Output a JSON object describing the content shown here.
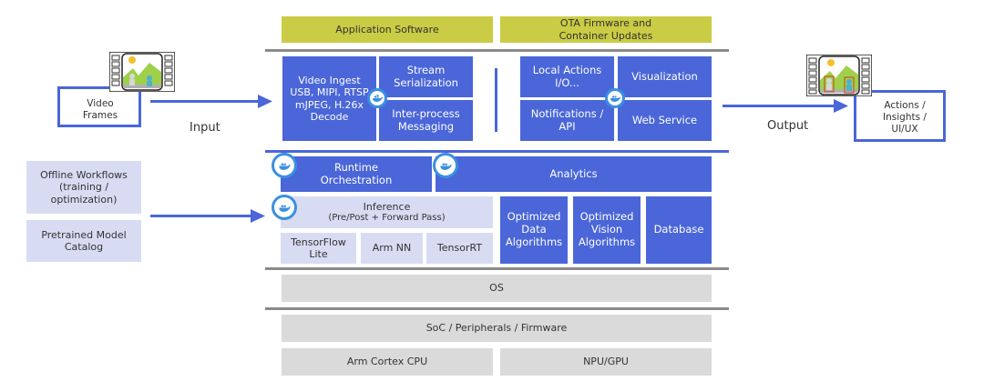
{
  "top": {
    "app_software": "Application Software",
    "ota": "OTA Firmware and\nContainer Updates"
  },
  "input_side": {
    "frames_label": "Video\nFrames",
    "input_label": "Input"
  },
  "output_side": {
    "actions_label": "Actions /\nInsights /\nUI/UX",
    "output_label": "Output"
  },
  "ingest": {
    "video_ingest": "Video Ingest\nUSB, MIPI, RTSP\nmJPEG, H.26x\nDecode",
    "stream_serialization": "Stream\nSerialization",
    "inter_process": "Inter-process\nMessaging"
  },
  "services": {
    "local_actions": "Local Actions\nI/O...",
    "visualization": "Visualization",
    "notifications": "Notifications /\nAPI",
    "web_service": "Web Service"
  },
  "runtime": {
    "orchestration": "Runtime\nOrchestration",
    "analytics": "Analytics"
  },
  "inference": {
    "title": "Inference",
    "subtitle": "(Pre/Post + Forward Pass)",
    "engines": [
      "TensorFlow\nLite",
      "Arm NN",
      "TensorRT"
    ]
  },
  "algorithms": {
    "data": "Optimized\nData\nAlgorithms",
    "vision": "Optimized\nVision\nAlgorithms",
    "database": "Database"
  },
  "offline": {
    "workflows": "Offline Workflows\n(training /\noptimization)",
    "catalog": "Pretrained Model\nCatalog"
  },
  "platform": {
    "os": "OS",
    "soc": "SoC / Peripherals / Firmware",
    "cpu": "Arm Cortex CPU",
    "npu": "NPU/GPU"
  },
  "docker_label": "docker",
  "colors": {
    "blue": "#4a66d8",
    "yellow": "#c9cc44",
    "lavender": "#d8dcf3",
    "gray": "#dadada",
    "docker_ring": "#3a8fe0"
  }
}
